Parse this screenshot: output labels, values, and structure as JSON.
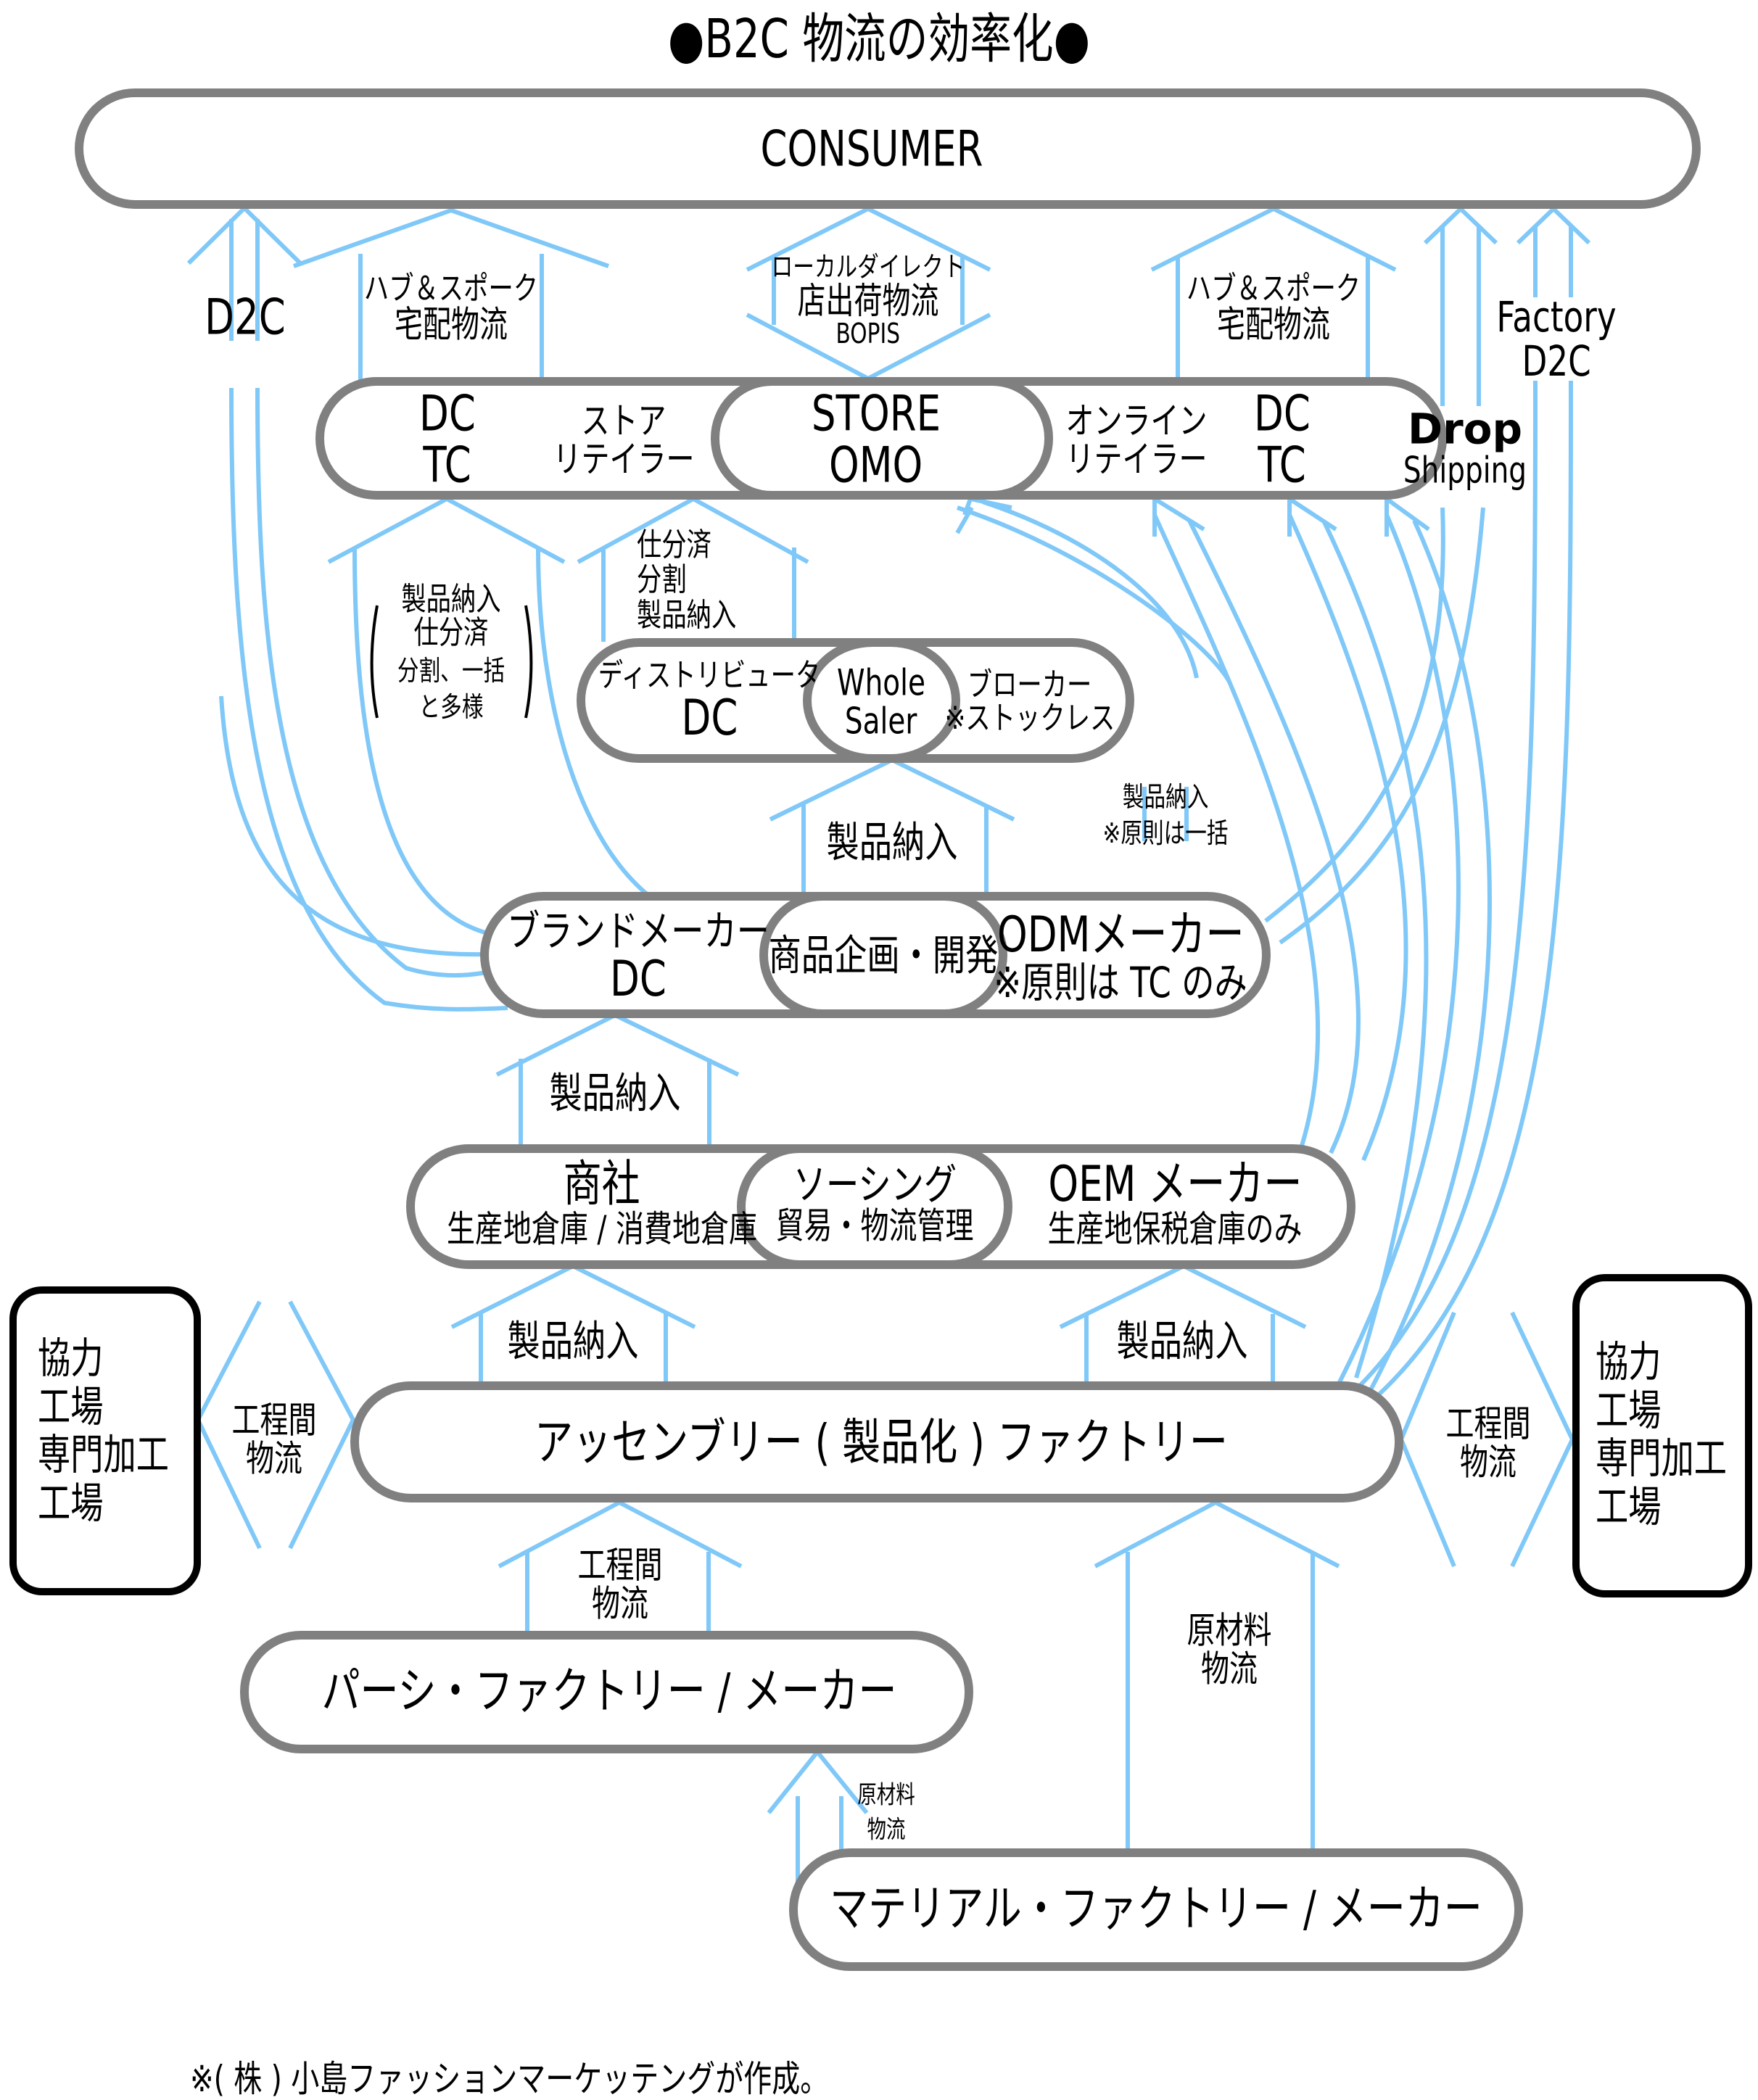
{
  "title": "●B2C 物流の効率化●",
  "colors": {
    "flow_line": "#7FC8F8",
    "node_border": "#808080",
    "side_box_border": "#000000",
    "text": "#000000",
    "background": "#FFFFFF"
  },
  "nodes": {
    "consumer": {
      "label": "CONSUMER"
    },
    "retailer": {
      "store_retailer": {
        "dc": "DC",
        "tc": "TC",
        "name_line1": "ストア",
        "name_line2": "リテイラー"
      },
      "store_omo": {
        "line1": "STORE",
        "line2": "OMO"
      },
      "online_retailer": {
        "name_line1": "オンライン",
        "name_line2": "リテイラー",
        "dc": "DC",
        "tc": "TC"
      },
      "drop_shipping": {
        "line1": "Drop",
        "line2": "Shipping"
      }
    },
    "distributor": {
      "distributor_dc": {
        "line1": "ディストリビュータ",
        "line2": "DC"
      },
      "wholesaler": {
        "line1": "Whole",
        "line2": "Saler"
      },
      "broker": {
        "line1": "ブローカー",
        "line2": "※ストックレス"
      }
    },
    "maker": {
      "brand_maker": {
        "line1": "ブランドメーカー",
        "line2": "DC"
      },
      "product_planning": {
        "label": "商品企画・開発"
      },
      "odm_maker": {
        "line1": "ODMメーカー",
        "line2": "※原則は TC のみ"
      }
    },
    "trading": {
      "trading_company": {
        "line1": "商社",
        "line2": "生産地倉庫 / 消費地倉庫"
      },
      "sourcing": {
        "line1": "ソーシング",
        "line2": "貿易・物流管理"
      },
      "oem_maker": {
        "line1": "OEM メーカー",
        "line2": "生産地保税倉庫のみ"
      }
    },
    "assembly_factory": {
      "label": "アッセンブリー ( 製品化 ) ファクトリー"
    },
    "partner_factory_left": {
      "lines": [
        "協力",
        "工場",
        "専門加工",
        "工場"
      ]
    },
    "partner_factory_right": {
      "lines": [
        "協力",
        "工場",
        "専門加工",
        "工場"
      ]
    },
    "parts_factory": {
      "label": "パーシ・ファクトリー / メーカー"
    },
    "material_factory": {
      "label": "マテリアル・ファクトリー / メーカー"
    }
  },
  "flows": {
    "d2c": "D2C",
    "hub_spoke_left": {
      "line1": "ハブ＆スポーク",
      "line2": "宅配物流"
    },
    "local_direct": {
      "line1": "ローカルダイレクト",
      "line2": "店出荷物流",
      "line3": "BOPIS"
    },
    "hub_spoke_right": {
      "line1": "ハブ＆スポーク",
      "line2": "宅配物流"
    },
    "factory_d2c": {
      "line1": "Factory",
      "line2": "D2C"
    },
    "brand_to_retail": {
      "line1": "製品納入",
      "line2": "仕分済",
      "line3": "分割、一括",
      "line4": "と多様"
    },
    "distributor_to_retail": {
      "line1": "仕分済",
      "line2": "分割",
      "line3": "製品納入"
    },
    "maker_to_distributor": "製品納入",
    "odm_to_retail": {
      "line1": "製品納入",
      "line2": "※原則は一括"
    },
    "trading_to_maker": "製品納入",
    "assembly_to_trading": "製品納入",
    "assembly_to_oem": "製品納入",
    "inter_process_left": {
      "line1": "工程間",
      "line2": "物流"
    },
    "inter_process_right": {
      "line1": "工程間",
      "line2": "物流"
    },
    "parts_to_assembly": {
      "line1": "工程間",
      "line2": "物流"
    },
    "material_to_assembly": {
      "line1": "原材料",
      "line2": "物流"
    },
    "material_to_parts": {
      "line1": "原材料",
      "line2": "物流"
    }
  },
  "footer": "※( 株 ) 小島ファッションマーケッテングが作成。"
}
